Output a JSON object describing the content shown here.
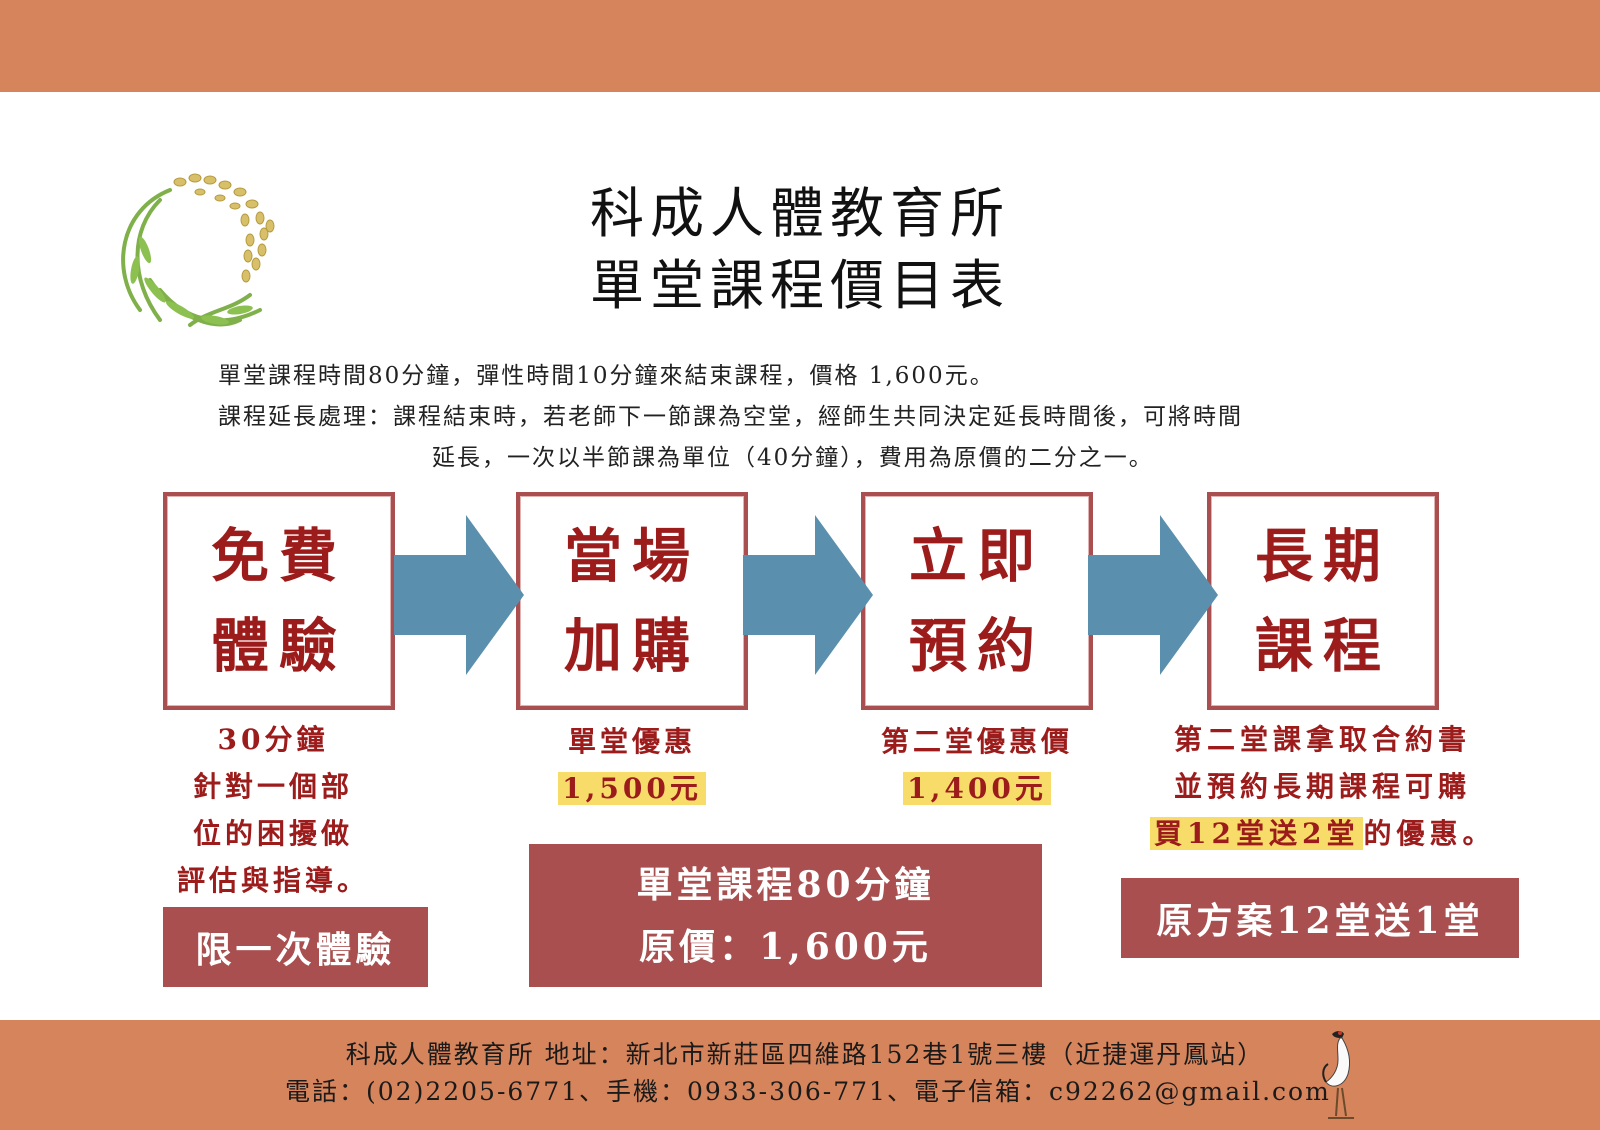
{
  "colors": {
    "band": "#d6845b",
    "frame": "#a94f4f",
    "text_red": "#9c1b1b",
    "highlight": "#f7dc6a",
    "arrow": "#5b8fae"
  },
  "header": {
    "title_line1": "科成人體教育所",
    "title_line2": "單堂課程價目表",
    "logo_icon": "rice-wreath-icon"
  },
  "intro": {
    "line1": "單堂課程時間80分鐘，彈性時間10分鐘來結束課程，價格 1,600元。",
    "line2": "課程延長處理：課程結束時，若老師下一節課為空堂，經師生共同決定延長時間後，可將時間",
    "line3": "延長，一次以半節課為單位（40分鐘），費用為原價的二分之一。"
  },
  "steps": [
    {
      "line1": "免費",
      "line2": "體驗"
    },
    {
      "line1": "當場",
      "line2": "加購"
    },
    {
      "line1": "立即",
      "line2": "預約"
    },
    {
      "line1": "長期",
      "line2": "課程"
    }
  ],
  "captions": {
    "step1": [
      "30分鐘",
      "針對一個部",
      "位的困擾做",
      "評估與指導。"
    ],
    "step2": {
      "label": "單堂優惠",
      "price": "1,500元"
    },
    "step3": {
      "label": "第二堂優惠價",
      "price": "1,400元"
    },
    "step4": {
      "line1": "第二堂課拿取合約書",
      "line2": "並預約長期課程可購",
      "highlight": "買12堂送2堂",
      "suffix": "的優惠。"
    }
  },
  "badges": {
    "free_trial_limit": "限一次體驗",
    "single_line1": "單堂課程80分鐘",
    "single_line2": "原價：1,600元",
    "long_term": "原方案12堂送1堂"
  },
  "footer": {
    "line1": "科成人體教育所 地址：新北市新莊區四維路152巷1號三樓（近捷運丹鳳站）",
    "line2": "電話：(02)2205-6771、手機：0933-306-771、電子信箱：c92262@gmail.com",
    "crane_icon": "crane-icon"
  }
}
